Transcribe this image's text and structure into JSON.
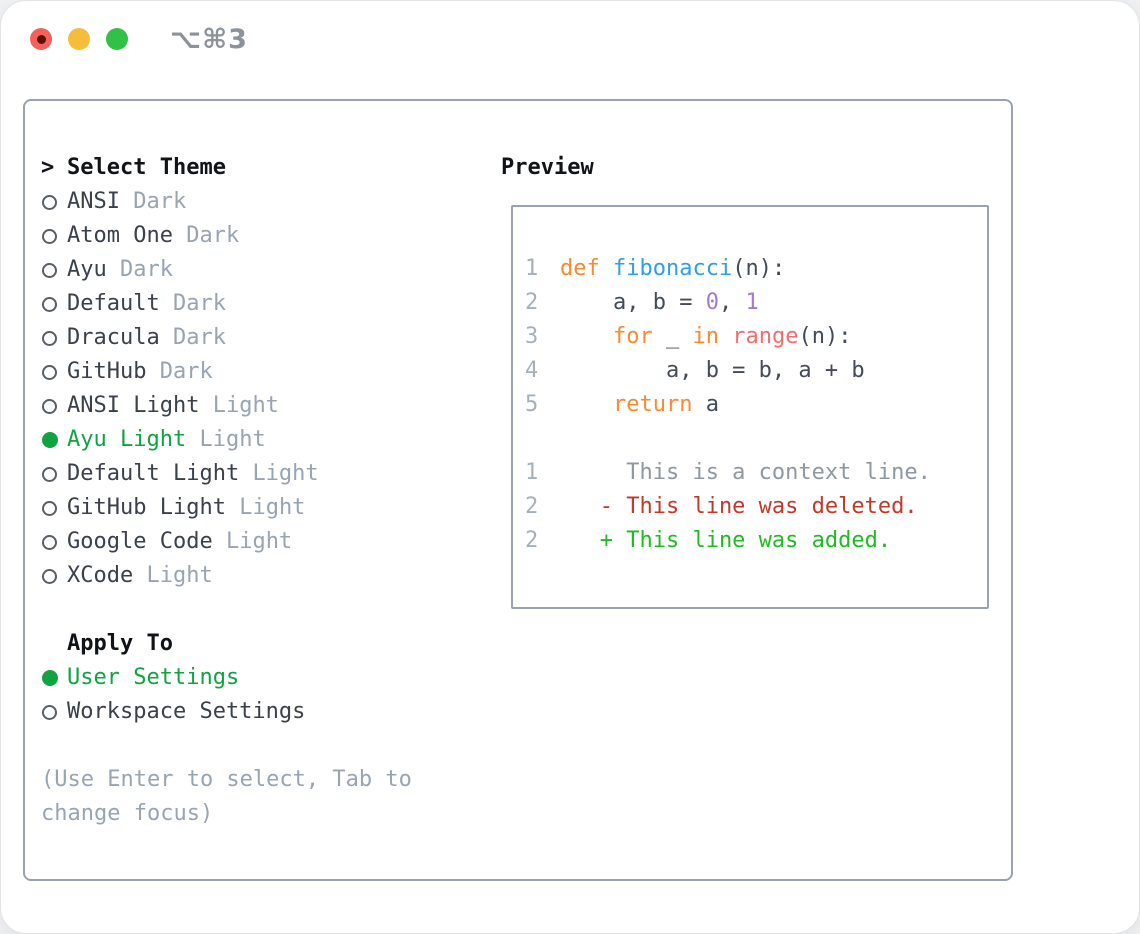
{
  "window": {
    "title": "⌥⌘3",
    "traffic_lights": [
      {
        "name": "close-button",
        "color_key": "traffic_red",
        "has_unsaved_dot": true
      },
      {
        "name": "minimize-button",
        "color_key": "traffic_yellow",
        "has_unsaved_dot": false
      },
      {
        "name": "zoom-button",
        "color_key": "traffic_green",
        "has_unsaved_dot": false
      }
    ]
  },
  "theme_panel": {
    "prompt": ">",
    "title": "Select Theme",
    "themes": [
      {
        "name": "ANSI",
        "variant": "Dark",
        "selected": false
      },
      {
        "name": "Atom One",
        "variant": "Dark",
        "selected": false
      },
      {
        "name": "Ayu",
        "variant": "Dark",
        "selected": false
      },
      {
        "name": "Default",
        "variant": "Dark",
        "selected": false
      },
      {
        "name": "Dracula",
        "variant": "Dark",
        "selected": false
      },
      {
        "name": "GitHub",
        "variant": "Dark",
        "selected": false
      },
      {
        "name": "ANSI Light",
        "variant": "Light",
        "selected": false
      },
      {
        "name": "Ayu Light",
        "variant": "Light",
        "selected": true
      },
      {
        "name": "Default Light",
        "variant": "Light",
        "selected": false
      },
      {
        "name": "GitHub Light",
        "variant": "Light",
        "selected": false
      },
      {
        "name": "Google Code",
        "variant": "Light",
        "selected": false
      },
      {
        "name": "XCode",
        "variant": "Light",
        "selected": false
      }
    ],
    "apply_to": {
      "label": "Apply To",
      "options": [
        {
          "label": "User Settings",
          "selected": true
        },
        {
          "label": "Workspace Settings",
          "selected": false
        }
      ]
    },
    "hint_lines": [
      "(Use Enter to select, Tab to",
      "change focus)"
    ]
  },
  "preview": {
    "title": "Preview",
    "lines": [
      {
        "num": "1",
        "tokens": [
          [
            "def",
            "kw"
          ],
          [
            " ",
            "pl"
          ],
          [
            "fibonacci",
            "fn"
          ],
          [
            "(n):",
            "pl"
          ]
        ]
      },
      {
        "num": "2",
        "tokens": [
          [
            "    a, b = ",
            "pl"
          ],
          [
            "0",
            "num"
          ],
          [
            ", ",
            "pl"
          ],
          [
            "1",
            "num"
          ]
        ]
      },
      {
        "num": "3",
        "tokens": [
          [
            "    ",
            "pl"
          ],
          [
            "for",
            "kw"
          ],
          [
            " _ ",
            "pl"
          ],
          [
            "in",
            "kw"
          ],
          [
            " ",
            "pl"
          ],
          [
            "range",
            "bi"
          ],
          [
            "(n):",
            "pl"
          ]
        ]
      },
      {
        "num": "4",
        "tokens": [
          [
            "        a, b = b, a + b",
            "pl"
          ]
        ]
      },
      {
        "num": "5",
        "tokens": [
          [
            "    ",
            "pl"
          ],
          [
            "return",
            "kw"
          ],
          [
            " a",
            "pl"
          ]
        ]
      },
      {
        "num": "",
        "tokens": []
      },
      {
        "num": "1",
        "tokens": [
          [
            "     This is a context line.",
            "ctx"
          ]
        ]
      },
      {
        "num": "2",
        "tokens": [
          [
            "   - This line was deleted.",
            "del"
          ]
        ]
      },
      {
        "num": "2",
        "tokens": [
          [
            "   + This line was added.",
            "add"
          ]
        ]
      }
    ]
  },
  "colors": {
    "page_bg": "#f0f1f3",
    "window_bg": "#ffffff",
    "panel_border": "#99a2ae",
    "title_gray": "#8c9299",
    "heading": "#101418",
    "text_dark": "#3a414b",
    "muted": "#99a4b2",
    "accent_green": "#10a341",
    "circle_stroke": "#575e67",
    "traffic_red": "#f4615b",
    "traffic_red_dot": "#5a100c",
    "traffic_yellow": "#f6bd3a",
    "traffic_green": "#31c146",
    "line_number": "#a6b0ba",
    "code_plain": "#434b56",
    "code_keyword": "#f98a2f",
    "code_function": "#2f9ee8",
    "code_number": "#a37acc",
    "code_builtin": "#f36d6d",
    "diff_context": "#8f97a1",
    "diff_deleted": "#c13a28",
    "diff_added": "#1ebc20"
  }
}
